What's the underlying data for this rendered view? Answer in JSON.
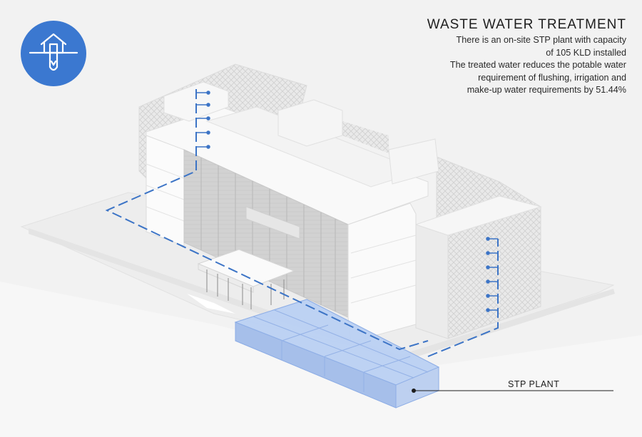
{
  "header": {
    "title": "WASTE WATER TREATMENT",
    "description_lines": [
      "There is an on-site STP plant with capacity",
      "of 105 KLD installed",
      "The treated water reduces the potable water",
      "requirement of flushing, irrigation and",
      "make-up water requirements by 51.44%"
    ]
  },
  "labels": {
    "stp_plant": "STP PLANT"
  },
  "icon": {
    "name": "house-water-drain-icon",
    "color": "#3b78d0"
  },
  "colors": {
    "pipe": "#3c74c6",
    "tank_fill": "#aac3ee",
    "tank_edge": "#8eaee6",
    "background": "#f2f2f2"
  }
}
